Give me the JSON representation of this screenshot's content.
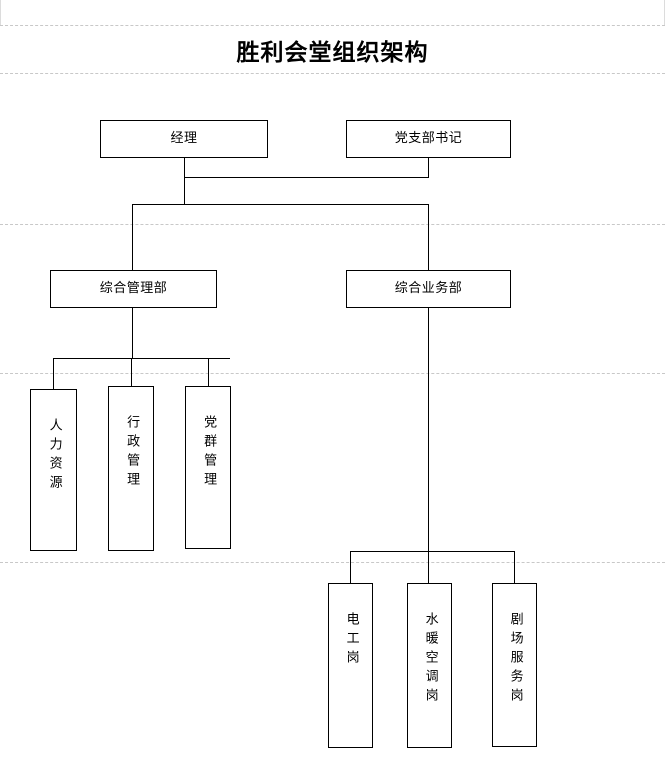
{
  "document": {
    "title": "胜利会堂组织架构",
    "background_color": "#ffffff",
    "line_color": "#000000",
    "guide_color": "#c8c8c8"
  },
  "chart_data": {
    "type": "diagram",
    "subtype": "organization-chart",
    "title": "胜利会堂组织架构",
    "nodes": [
      {
        "id": "manager",
        "label": "经理",
        "level": 1,
        "orientation": "horizontal"
      },
      {
        "id": "secretary",
        "label": "党支部书记",
        "level": 1,
        "orientation": "horizontal"
      },
      {
        "id": "admin-dept",
        "label": "综合管理部",
        "level": 2,
        "orientation": "horizontal"
      },
      {
        "id": "biz-dept",
        "label": "综合业务部",
        "level": 2,
        "orientation": "horizontal"
      },
      {
        "id": "hr",
        "label": "人力资源",
        "level": 3,
        "orientation": "vertical"
      },
      {
        "id": "admin",
        "label": "行政管理",
        "level": 3,
        "orientation": "vertical"
      },
      {
        "id": "party",
        "label": "党群管理",
        "level": 3,
        "orientation": "vertical"
      },
      {
        "id": "electric",
        "label": "电工岗",
        "level": 3,
        "orientation": "vertical"
      },
      {
        "id": "hvac",
        "label": "水暖空调岗",
        "level": 3,
        "orientation": "vertical"
      },
      {
        "id": "theater",
        "label": "剧场服务岗",
        "level": 3,
        "orientation": "vertical"
      }
    ],
    "edges": [
      {
        "from": "manager",
        "to": "admin-dept"
      },
      {
        "from": "manager",
        "to": "biz-dept"
      },
      {
        "from": "secretary",
        "to": "manager"
      },
      {
        "from": "admin-dept",
        "to": "hr"
      },
      {
        "from": "admin-dept",
        "to": "admin"
      },
      {
        "from": "admin-dept",
        "to": "party"
      },
      {
        "from": "biz-dept",
        "to": "electric"
      },
      {
        "from": "biz-dept",
        "to": "hvac"
      },
      {
        "from": "biz-dept",
        "to": "theater"
      }
    ]
  },
  "level1": {
    "manager": "经理",
    "secretary": "党支部书记"
  },
  "level2": {
    "admin_dept": "综合管理部",
    "biz_dept": "综合业务部"
  },
  "level3_left": {
    "hr": "人力资源",
    "admin": "行政管理",
    "party": "党群管理"
  },
  "level3_right": {
    "electric": "电工岗",
    "hvac": "水暖空调岗",
    "theater": "剧场服务岗"
  }
}
